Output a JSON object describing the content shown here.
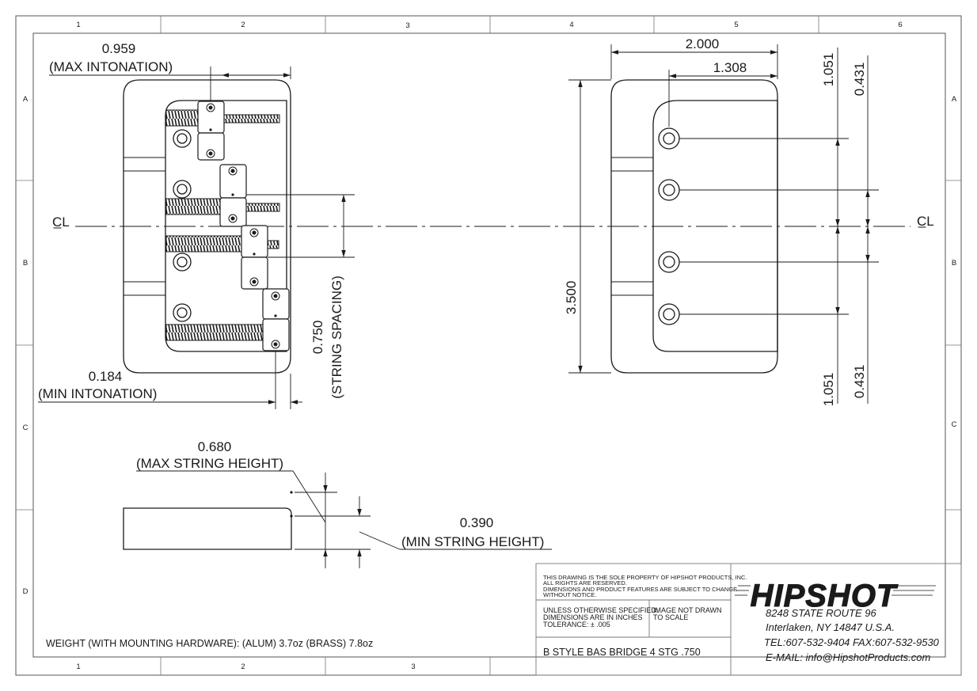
{
  "border": {
    "top_zones": [
      "1",
      "2",
      "3",
      "4",
      "5",
      "6"
    ],
    "bottom_zones": [
      "1",
      "2",
      "3"
    ],
    "side_zones": [
      "A",
      "B",
      "C",
      "D"
    ]
  },
  "centerline_symbol": "C̲L",
  "dims": {
    "max_intonation_value": "0.959",
    "max_intonation_label": "(MAX INTONATION)",
    "min_intonation_value": "0.184",
    "min_intonation_label": "(MIN INTONATION)",
    "string_spacing": "0.750",
    "string_spacing_label": "(STRING SPACING)",
    "max_string_height_value": "0.680",
    "max_string_height_label": "(MAX STRING HEIGHT)",
    "min_string_height_value": "0.390",
    "min_string_height_label": "(MIN STRING HEIGHT)",
    "width_total": "2.000",
    "hole_offset": "1.308",
    "length_total": "3.500",
    "outer_to_center_top": "1.051",
    "inner_to_center_top": "0.431",
    "outer_to_center_bottom": "1.051",
    "inner_to_center_bottom": "0.431"
  },
  "weight_note": "WEIGHT (WITH MOUNTING HARDWARE): (ALUM) 3.7oz (BRASS) 7.8oz",
  "title_block": {
    "property_notice": [
      "THIS DRAWING IS THE SOLE PROPERTY OF HIPSHOT PRODUCTS, INC.",
      "ALL RIGHTS ARE RESERVED.",
      "DIMENSIONS AND PRODUCT FEATURES ARE SUBJECT TO CHANGE",
      "WITHOUT NOTICE."
    ],
    "spec_notes": [
      "UNLESS OTHERWISE SPECIFIED:",
      "DIMENSIONS ARE IN INCHES",
      "TOLERANCE: ± .005"
    ],
    "scale_note": [
      "IMAGE NOT DRAWN",
      "TO SCALE"
    ],
    "part_title": "B STYLE BAS BRIDGE 4 STG .750",
    "logo_text": "HIPSHOT",
    "address_line1": "8248 STATE ROUTE 96",
    "address_line2": "Interlaken, NY 14847 U.S.A.",
    "phone_line": "TEL:607-532-9404 FAX:607-532-9530",
    "email_line": "E-MAIL: info@HipshotProducts.com"
  },
  "colors": {
    "line": "#1a1a1a",
    "background": "#ffffff"
  }
}
